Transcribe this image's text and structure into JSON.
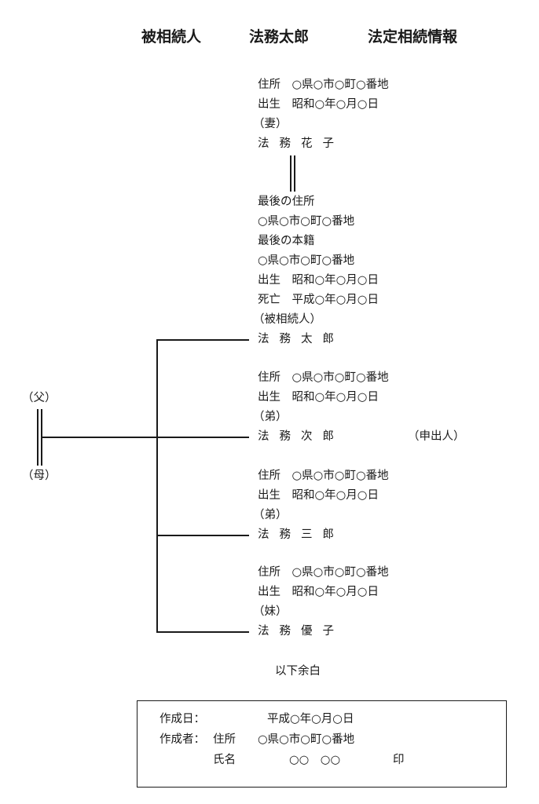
{
  "header": {
    "col1": "被相続人",
    "col2": "法務太郎",
    "col3": "法定相続情報"
  },
  "wife": {
    "address": "住所　○県○市○町○番地",
    "birth": "出生　昭和○年○月○日",
    "relation": "（妻）",
    "name": "法務花子"
  },
  "deceased": {
    "last_address_label": "最後の住所",
    "last_address": "○県○市○町○番地",
    "last_domicile_label": "最後の本籍",
    "last_domicile": "○県○市○町○番地",
    "birth": "出生　昭和○年○月○日",
    "death": "死亡　平成○年○月○日",
    "relation": "（被相続人）",
    "name": "法務太郎"
  },
  "father": "（父）",
  "mother": "（母）",
  "brother1": {
    "address": "住所　○県○市○町○番地",
    "birth": "出生　昭和○年○月○日",
    "relation": "（弟）",
    "name": "法務次郎",
    "applicant": "（申出人）"
  },
  "brother2": {
    "address": "住所　○県○市○町○番地",
    "birth": "出生　昭和○年○月○日",
    "relation": "（弟）",
    "name": "法務三郎"
  },
  "sister": {
    "address": "住所　○県○市○町○番地",
    "birth": "出生　昭和○年○月○日",
    "relation": "（妹）",
    "name": "法務優子"
  },
  "end_note": "以下余白",
  "footer": {
    "date_label": "作成日：",
    "date_value": "平成○年○月○日",
    "author_label": "作成者：",
    "address_label": "住所",
    "address_value": "○県○市○町○番地",
    "name_label": "氏名",
    "name_value": "○○　○○",
    "seal": "印"
  }
}
